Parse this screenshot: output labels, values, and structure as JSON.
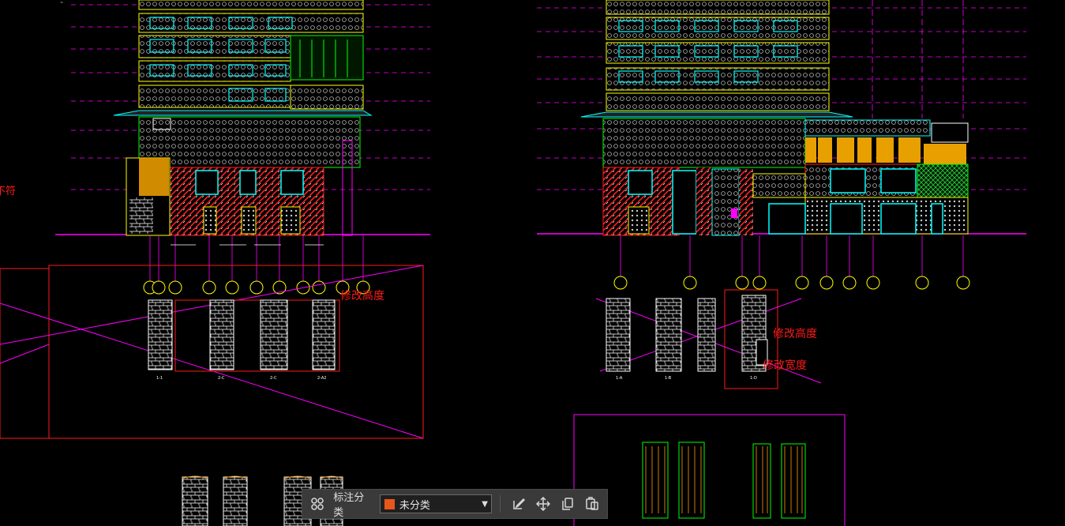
{
  "annotations": {
    "left_modify_height": "修改高度",
    "right_modify_height": "修改高度",
    "right_modify_width": "修改宽度",
    "left_edge_fragment": "不符"
  },
  "toolbar": {
    "label": "标注分类",
    "category_value": "未分类",
    "category_color": "#e8561a",
    "icons": [
      "grid-icon",
      "edit-icon",
      "move-icon",
      "copy-icon",
      "paste-icon"
    ]
  },
  "colors": {
    "background": "#000000",
    "magenta": "#ff00ff",
    "red": "#ff1a1a",
    "yellow": "#ffff00",
    "green": "#00ff00",
    "cyan": "#00ffff",
    "white": "#ffffff",
    "orange": "#f5a800"
  }
}
